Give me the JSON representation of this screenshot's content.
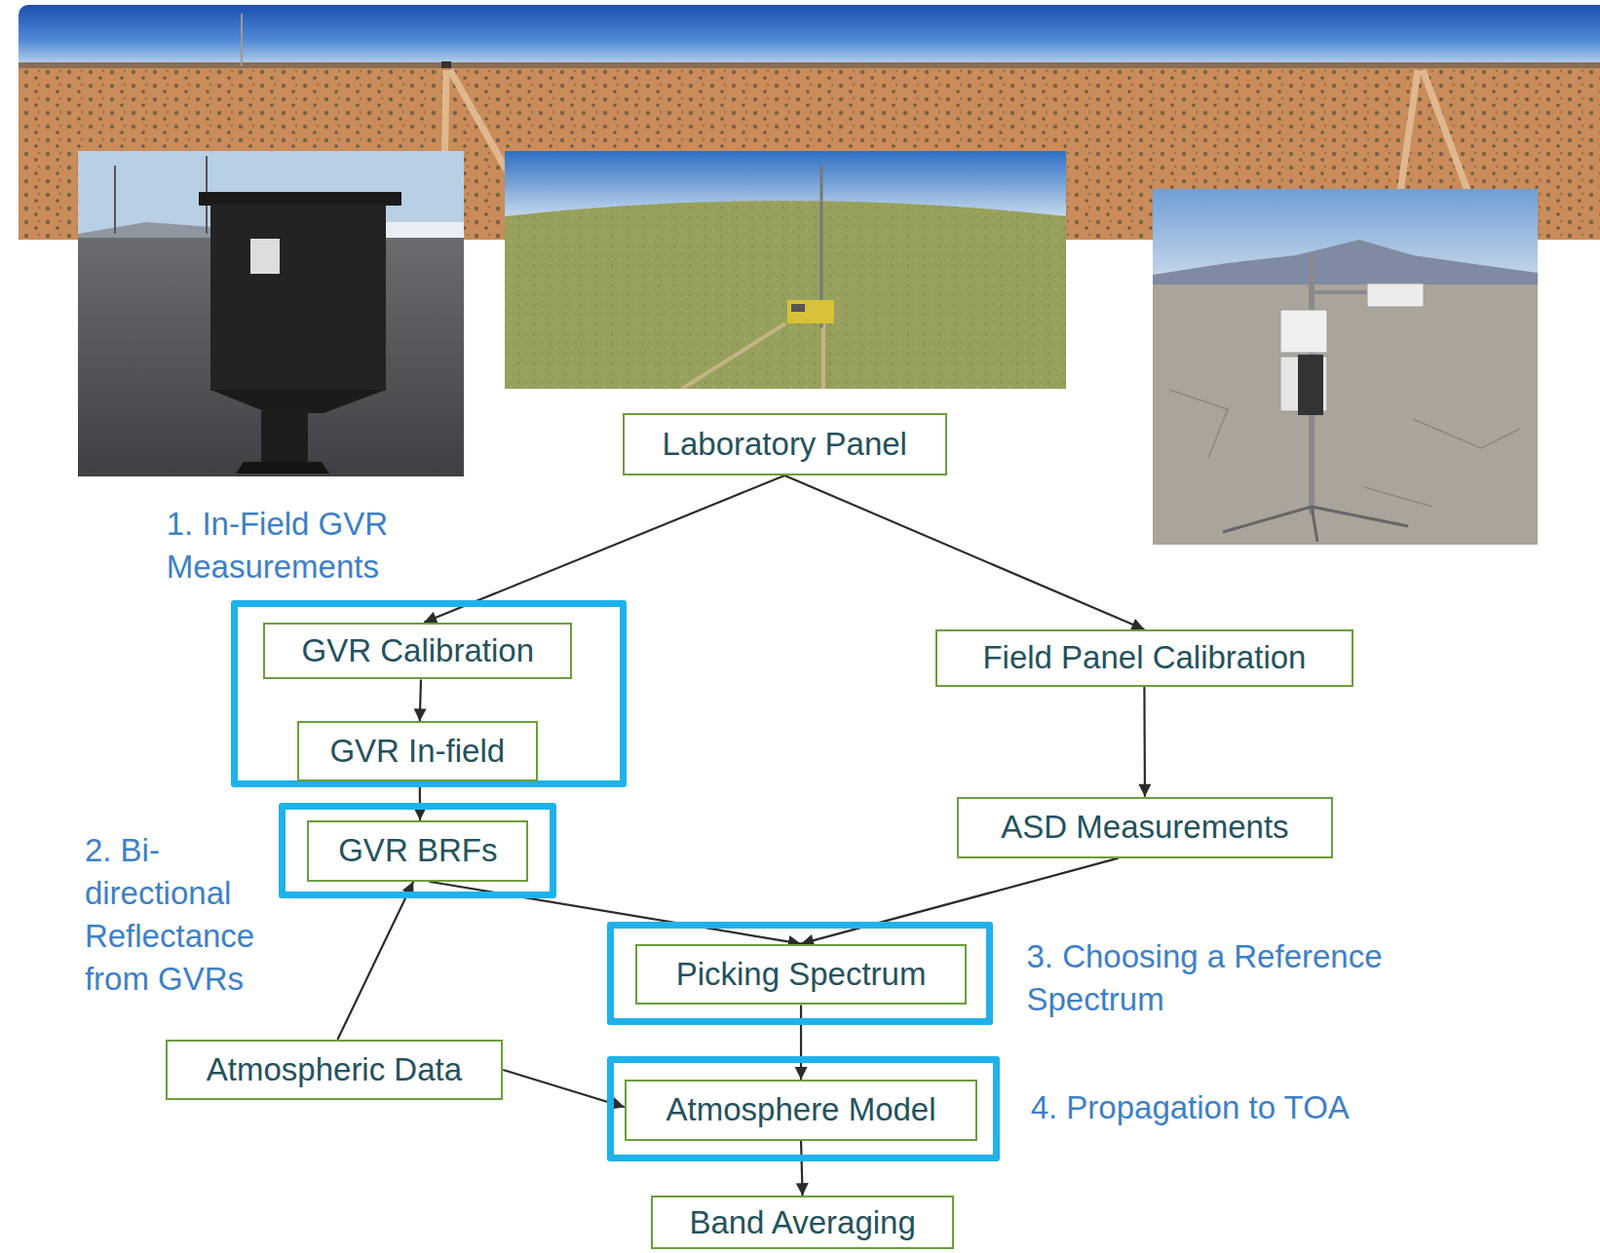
{
  "diagram": {
    "nodes": [
      {
        "text": [
          "Laboratory Panel"
        ]
      },
      {
        "text": [
          "1. In-Field GVR Measurements"
        ]
      },
      {
        "text": [
          "GVR Calibration"
        ],
        "in": 1
      },
      {
        "text": [
          "GVR In-field"
        ],
        "in": 1
      },
      {
        "text": [
          "Field Panel Calibration"
        ]
      },
      {
        "text": [
          "2. Bi-directional Reflectance from GVRs"
        ]
      },
      {
        "text": [
          "GVR BRFs"
        ],
        "in": 5
      },
      {
        "text": [
          "ASD Measurements"
        ]
      },
      {
        "text": [
          "3. Choosing a Reference Spectrum"
        ]
      },
      {
        "text": [
          "Picking Spectrum"
        ],
        "in": 8
      },
      {
        "text": [
          "Atmospheric Data"
        ]
      },
      {
        "text": [
          "4. Propagation to TOA"
        ]
      },
      {
        "text": [
          "Atmosphere Model"
        ],
        "in": 11
      },
      {
        "text": [
          "Band Averaging"
        ]
      }
    ],
    "edges": [
      {
        "from": 0,
        "to": 2,
        "arrow": "to"
      },
      {
        "from": 0,
        "to": 4,
        "arrow": "to"
      },
      {
        "from": 2,
        "to": 3,
        "arrow": "to"
      },
      {
        "from": 3,
        "to": 6,
        "arrow": "to"
      },
      {
        "from": 4,
        "to": 7,
        "arrow": "to"
      },
      {
        "from": 10,
        "to": 6,
        "arrow": "to"
      },
      {
        "from": 6,
        "to": 9,
        "arrow": "to"
      },
      {
        "from": 7,
        "to": 9,
        "arrow": "to"
      },
      {
        "from": 10,
        "to": 12,
        "arrow": "to"
      },
      {
        "from": 9,
        "to": 12,
        "arrow": "to"
      },
      {
        "from": 12,
        "to": 13,
        "arrow": "to"
      }
    ]
  }
}
